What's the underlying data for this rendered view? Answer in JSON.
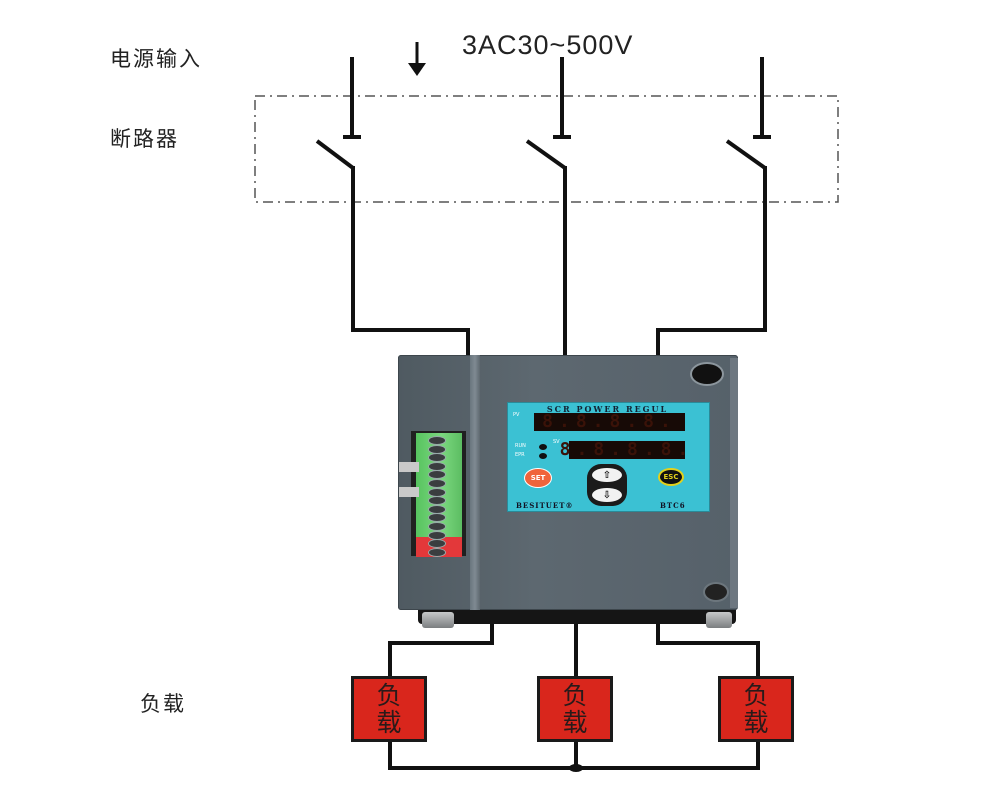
{
  "labels": {
    "power_input": "电源输入",
    "breaker": "断路器",
    "load": "负载",
    "voltage": "3AC30~500V"
  },
  "icons": {
    "input_arrow": "arrow-down-icon"
  },
  "device": {
    "panel_title": "SCR POWER REGUL",
    "pv_label": "PV",
    "sv_label": "SV",
    "pv_display": "8.8.8.8.",
    "sv_display": "8.8.8.8.",
    "run_label": "RUN",
    "epr_label": "EPR",
    "set_button": "SET",
    "esc_button": "ESC",
    "up_button": "⇧",
    "down_button": "⇩",
    "brand": "BESITUET®",
    "model": "BTC6"
  },
  "loads": [
    {
      "line1": "负",
      "line2": "载"
    },
    {
      "line1": "负",
      "line2": "载"
    },
    {
      "line1": "负",
      "line2": "载"
    }
  ],
  "colors": {
    "wire": "#1a1a1a",
    "load_fill": "#d9261c",
    "panel": "#3bc1d3",
    "housing": "#56616a",
    "terminal_green": "#6fd275",
    "terminal_red": "#e3383a"
  }
}
